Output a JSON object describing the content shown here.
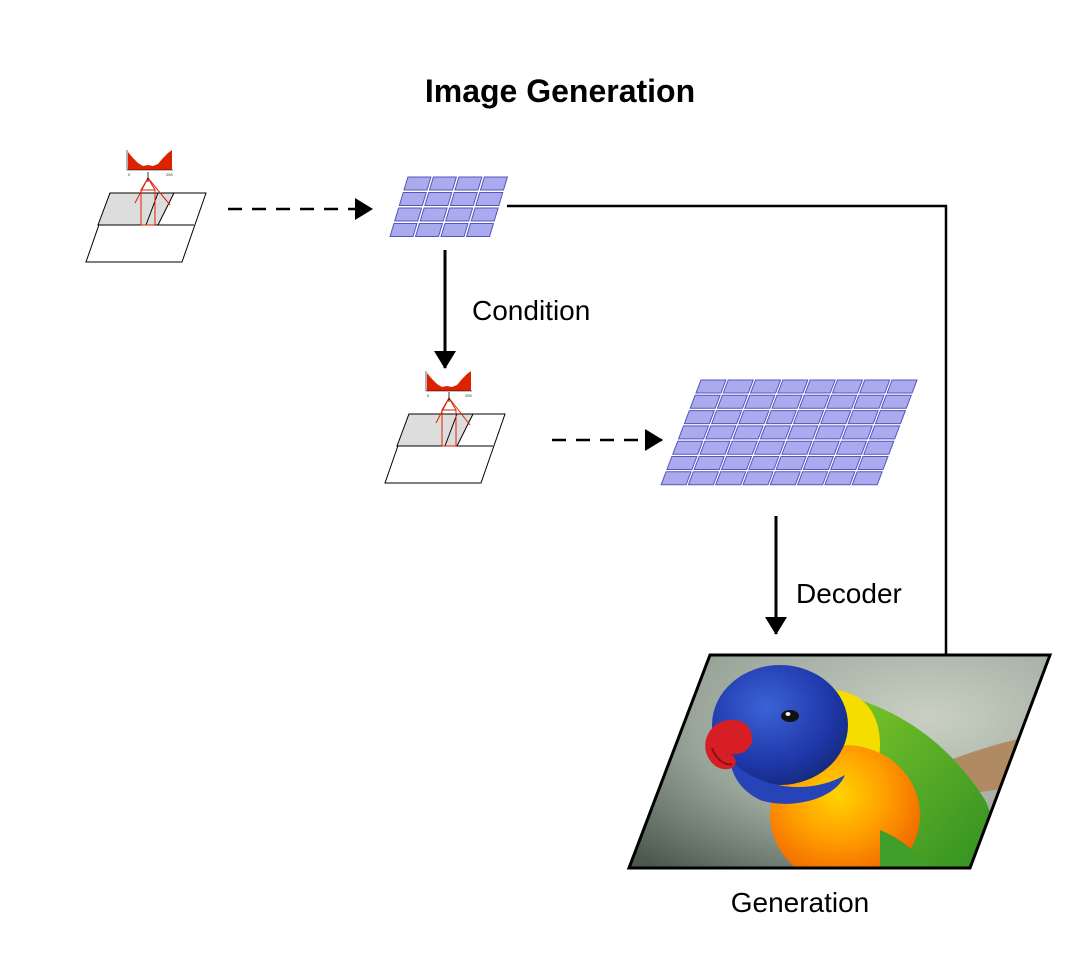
{
  "title": "Image Generation",
  "labels": {
    "condition": "Condition",
    "decoder": "Decoder",
    "generation": "Generation"
  },
  "histogram_ticks": {
    "low": "0",
    "high": "255"
  },
  "colors": {
    "token_fill": "#aaaaee",
    "token_stroke": "#5555bb",
    "histogram": "#dd2200",
    "arrow": "#000000"
  },
  "token_grids": {
    "small": {
      "rows": 4,
      "cols": 4
    },
    "large": {
      "rows": 7,
      "cols": 8
    }
  }
}
